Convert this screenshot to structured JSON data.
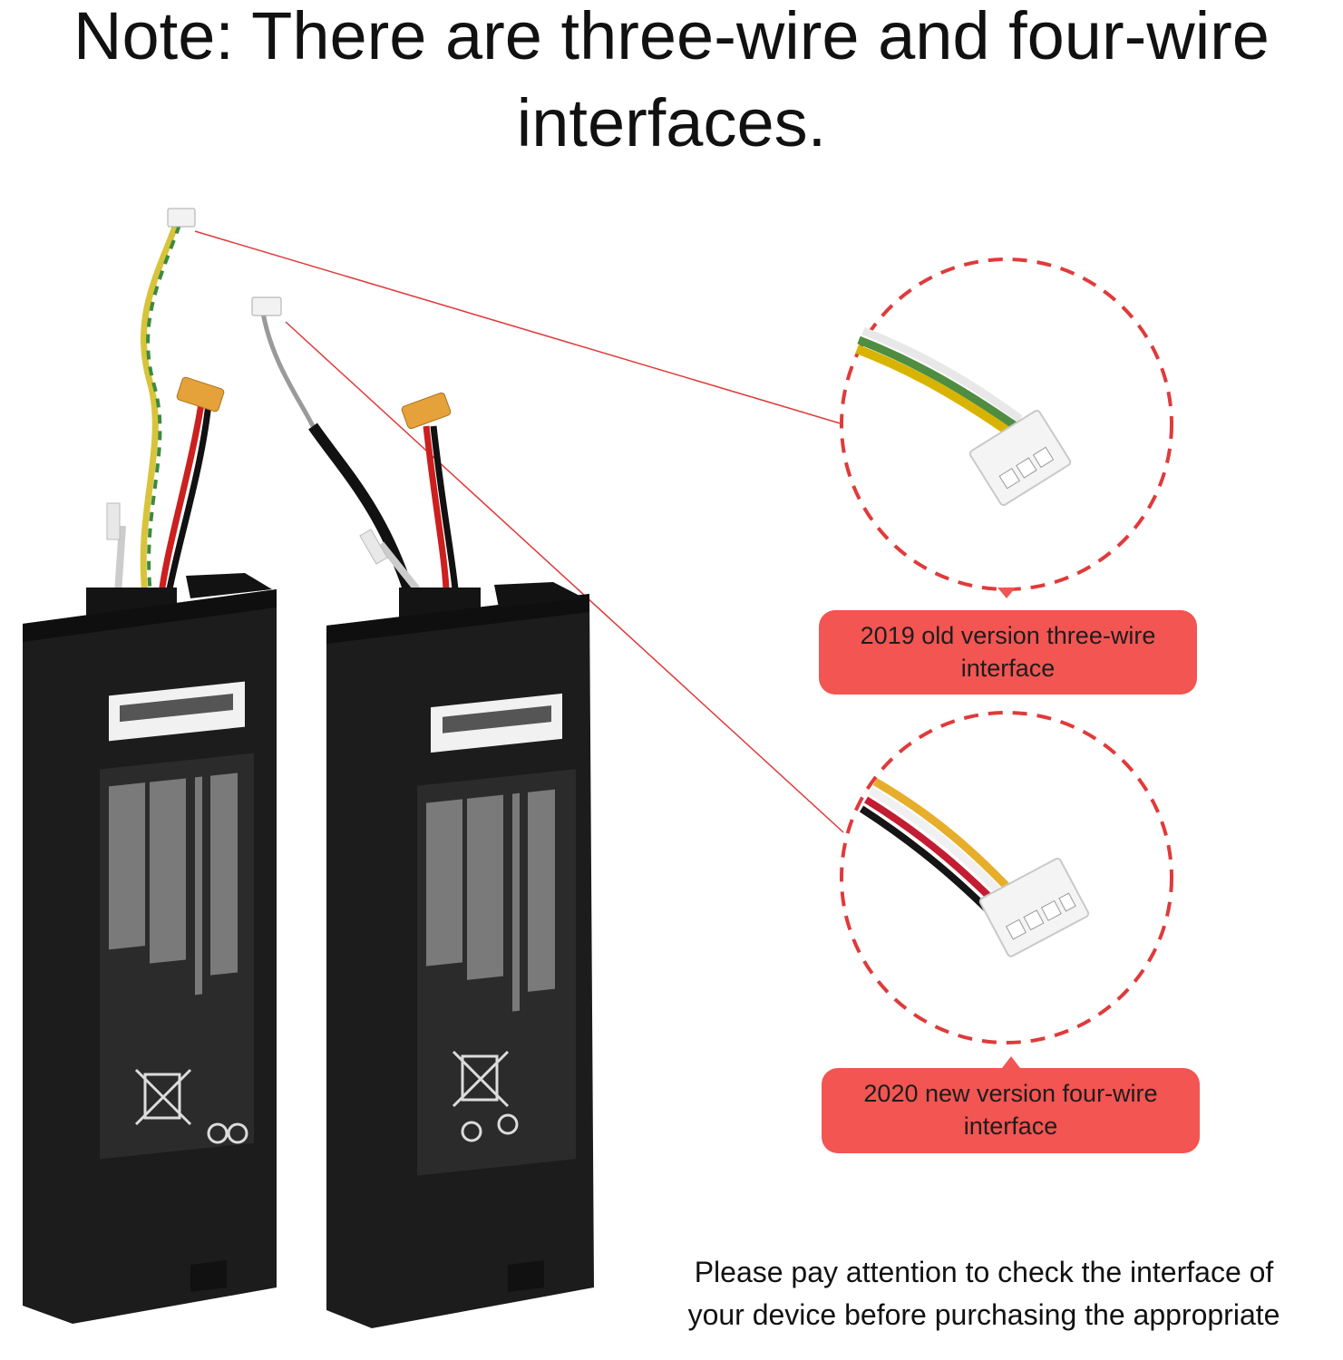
{
  "header": {
    "title_line1": "Note: There are three-wire and four-wire",
    "title_line2": "interfaces."
  },
  "callouts": [
    {
      "label_line1": "2019 old version three-wire",
      "label_line2": "interface"
    },
    {
      "label_line1": "2020 new version four-wire",
      "label_line2": "interface"
    }
  ],
  "footer": {
    "note_line1": "Please pay attention to check the interface of",
    "note_line2": "your device before purchasing the appropriate"
  },
  "colors": {
    "accent_red": "#f25552",
    "dashed_ring": "#e03a3a",
    "battery_body": "#1c1c1c"
  },
  "icons": [
    "battery-pack-image",
    "connector-closeup-image",
    "recycle-bin-crossed-icon",
    "ce-mark-icon"
  ]
}
